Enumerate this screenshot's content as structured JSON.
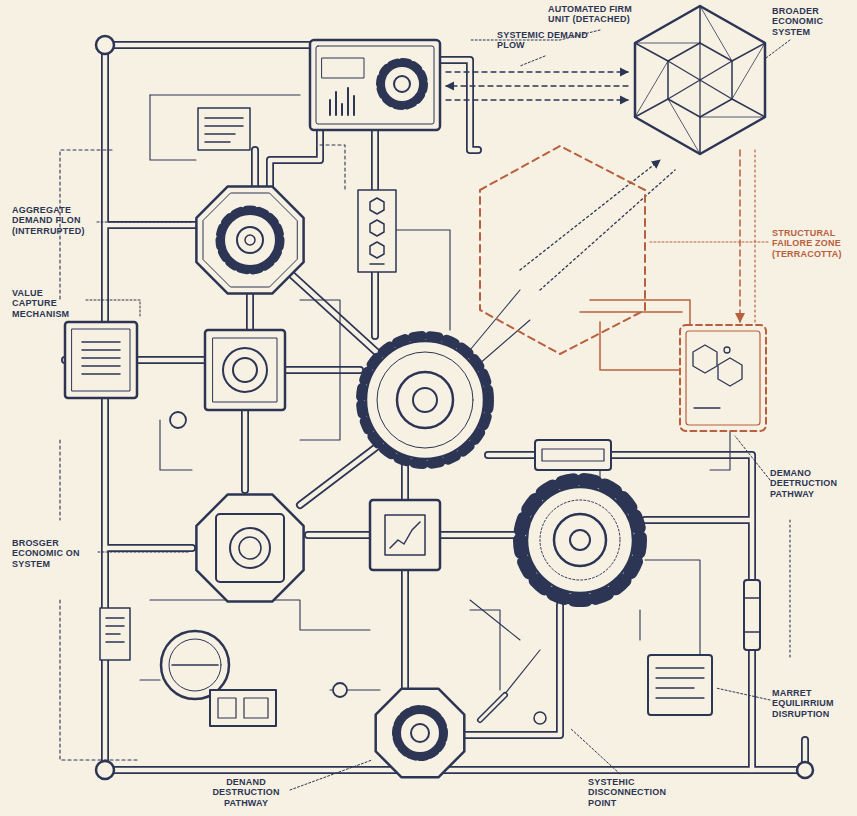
{
  "diagram": {
    "labels": [
      "AUTOMATED FIRM UNIT (DETACHED)",
      "BROADER ECONOMIC SYSTEM",
      "SYSTEMIC DEMAND PLOW",
      "AGGREGATE DEMAND FLON (INTERRUPTED)",
      "VALUE CAPTURE MECHANISM",
      "STRUCTURAL FAILORE ZONE (TERRACOTTA)",
      "DEMANO DEETRUCTION PATHWAY",
      "BROSGER ECONOMIC ON SYSTEM",
      "MARRET EQUILIRRIUM DISRUPTION",
      "DENAND DESTRUCTION PATHWAY",
      "SYSTEHIC DISCONNECTION POINT"
    ]
  }
}
